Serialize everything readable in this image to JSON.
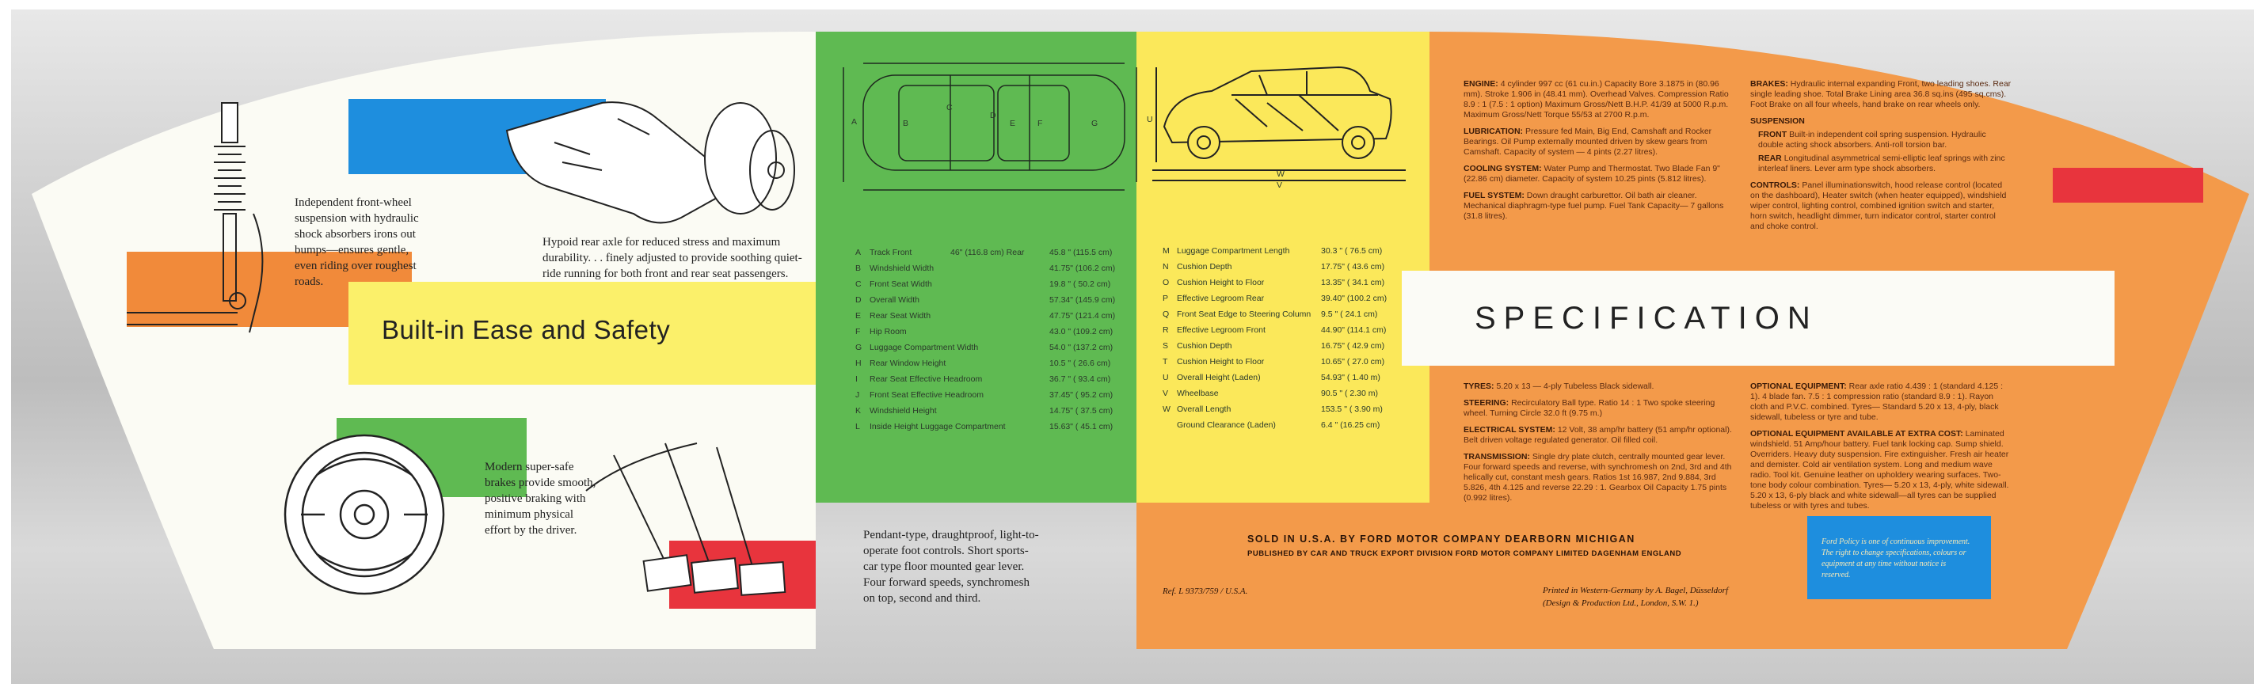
{
  "left_page": {
    "heading": "Built-in Ease and Safety",
    "captions": {
      "front_wheel": "Independent front-wheel suspension with hydraulic shock absorbers irons out bumps—ensures gentle, even riding over roughest roads.",
      "rear_axle": "Hypoid rear axle for reduced stress and maximum durability. . . finely adjusted to provide soothing quiet-ride running for both front and rear seat passengers.",
      "brakes": "Modern super-safe brakes provide smooth, positive braking with minimum physical effort by the driver.",
      "pedals": "Pendant-type, draughtproof, light-to-operate foot controls. Short sports-car type floor mounted gear lever. Four forward speeds, synchromesh on top, second and third."
    }
  },
  "dimensions_left": [
    {
      "key": "A",
      "label": "Track Front",
      "mid": "46\" (116.8 cm) Rear",
      "value": "45.8 \" (115.5 cm)"
    },
    {
      "key": "B",
      "label": "Windshield Width",
      "mid": "",
      "value": "41.75\" (106.2 cm)"
    },
    {
      "key": "C",
      "label": "Front Seat Width",
      "mid": "",
      "value": "19.8 \" ( 50.2 cm)"
    },
    {
      "key": "D",
      "label": "Overall Width",
      "mid": "",
      "value": "57.34\" (145.9 cm)"
    },
    {
      "key": "E",
      "label": "Rear Seat Width",
      "mid": "",
      "value": "47.75\" (121.4 cm)"
    },
    {
      "key": "F",
      "label": "Hip Room",
      "mid": "",
      "value": "43.0 \" (109.2 cm)"
    },
    {
      "key": "G",
      "label": "Luggage Compartment Width",
      "mid": "",
      "value": "54.0 \" (137.2 cm)"
    },
    {
      "key": "H",
      "label": "Rear Window Height",
      "mid": "",
      "value": "10.5 \" ( 26.6 cm)"
    },
    {
      "key": "I",
      "label": "Rear Seat Effective Headroom",
      "mid": "",
      "value": "36.7 \" ( 93.4 cm)"
    },
    {
      "key": "J",
      "label": "Front Seat Effective Headroom",
      "mid": "",
      "value": "37.45\" ( 95.2 cm)"
    },
    {
      "key": "K",
      "label": "Windshield Height",
      "mid": "",
      "value": "14.75\" ( 37.5 cm)"
    },
    {
      "key": "L",
      "label": "Inside Height Luggage Compartment",
      "mid": "",
      "value": "15.63\" ( 45.1 cm)"
    }
  ],
  "dimensions_right": [
    {
      "key": "M",
      "label": "Luggage Compartment Length",
      "value": "30.3 \" ( 76.5 cm)"
    },
    {
      "key": "N",
      "label": "Cushion Depth",
      "value": "17.75\" ( 43.6 cm)"
    },
    {
      "key": "O",
      "label": "Cushion Height to Floor",
      "value": "13.35\" ( 34.1 cm)"
    },
    {
      "key": "P",
      "label": "Effective Legroom Rear",
      "value": "39.40\" (100.2 cm)"
    },
    {
      "key": "Q",
      "label": "Front Seat Edge to Steering Column",
      "value": "9.5 \" ( 24.1 cm)"
    },
    {
      "key": "R",
      "label": "Effective Legroom Front",
      "value": "44.90\" (114.1 cm)"
    },
    {
      "key": "S",
      "label": "Cushion Depth",
      "value": "16.75\" ( 42.9 cm)"
    },
    {
      "key": "T",
      "label": "Cushion Height to Floor",
      "value": "10.65\" ( 27.0 cm)"
    },
    {
      "key": "U",
      "label": "Overall Height (Laden)",
      "value": "54.93\" ( 1.40 m)"
    },
    {
      "key": "V",
      "label": "Wheelbase",
      "value": "90.5 \" ( 2.30 m)"
    },
    {
      "key": "W",
      "label": "Overall Length",
      "value": "153.5 \" ( 3.90 m)"
    },
    {
      "key": "",
      "label": "Ground Clearance (Laden)",
      "value": "6.4 \" (16.25 cm)"
    }
  ],
  "diagram_letters_top": [
    "A",
    "B",
    "C",
    "D",
    "E",
    "F",
    "G"
  ],
  "diagram_letters_side": [
    "U",
    "W",
    "V"
  ],
  "spec_title": "SPECIFICATION",
  "spec_top_left": [
    {
      "label": "ENGINE:",
      "text": "4 cylinder 997 cc (61 cu.in.) Capacity Bore 3.1875 in (80.96 mm). Stroke 1.906 in (48.41 mm). Overhead Valves. Compression Ratio 8.9 : 1 (7.5 : 1 option) Maximum Gross/Nett B.H.P. 41/39 at 5000 R.p.m. Maximum Gross/Nett Torque 55/53 at 2700 R.p.m."
    },
    {
      "label": "LUBRICATION:",
      "text": "Pressure fed Main, Big End, Camshaft and Rocker Bearings. Oil Pump externally mounted driven by skew gears from Camshaft. Capacity of system — 4 pints (2.27 litres)."
    },
    {
      "label": "COOLING SYSTEM:",
      "text": "Water Pump and Thermostat. Two Blade Fan 9\" (22.86 cm) diameter. Capacity of system 10.25 pints (5.812 litres)."
    },
    {
      "label": "FUEL SYSTEM:",
      "text": "Down draught carburettor. Oil bath air cleaner. Mechanical diaphragm-type fuel pump. Fuel Tank Capacity— 7 gallons (31.8 litres)."
    }
  ],
  "spec_top_right": [
    {
      "label": "BRAKES:",
      "text": "Hydraulic internal expanding Front, two leading shoes. Rear single leading shoe. Total Brake Lining area 36.8 sq.ins (495 sq.cms). Foot Brake on all four wheels, hand brake on rear wheels only."
    },
    {
      "label": "SUSPENSION",
      "text": ""
    },
    {
      "label": "FRONT",
      "text": "Built-in independent coil spring suspension. Hydraulic double acting shock absorbers. Anti-roll torsion bar."
    },
    {
      "label": "REAR",
      "text": "Longitudinal asymmetrical semi-elliptic leaf springs with zinc interleaf liners. Lever arm type shock absorbers."
    },
    {
      "label": "CONTROLS:",
      "text": "Panel illuminationswitch, hood release control (located on the dashboard), Heater switch (when heater equipped), windshield wiper control, lighting control, combined ignition switch and starter, horn switch, headlight dimmer, turn indicator control, starter control and choke control."
    }
  ],
  "spec_bottom_left": [
    {
      "label": "TYRES:",
      "text": "5.20 x 13 — 4-ply Tubeless Black sidewall."
    },
    {
      "label": "STEERING:",
      "text": "Recirculatory Ball type. Ratio 14 : 1 Two spoke steering wheel. Turning Circle 32.0 ft (9.75 m.)"
    },
    {
      "label": "ELECTRICAL SYSTEM:",
      "text": "12 Volt, 38 amp/hr battery (51 amp/hr optional). Belt driven voltage regulated generator. Oil filled coil."
    },
    {
      "label": "TRANSMISSION:",
      "text": "Single dry plate clutch, centrally mounted gear lever. Four forward speeds and reverse, with synchromesh on 2nd, 3rd and 4th helically cut, constant mesh gears. Ratios 1st 16.987, 2nd 9.884, 3rd 5.826, 4th 4.125 and reverse 22.29 : 1. Gearbox Oil Capacity 1.75 pints (0.992 litres)."
    }
  ],
  "spec_bottom_right": [
    {
      "label": "OPTIONAL EQUIPMENT:",
      "text": "Rear axle ratio 4.439 : 1 (standard 4.125 : 1). 4 blade fan. 7.5 : 1 compression ratio (standard 8.9 : 1). Rayon cloth and P.V.C. combined. Tyres— Standard 5.20 x 13, 4-ply, black sidewall, tubeless or tyre and tube."
    },
    {
      "label": "OPTIONAL EQUIPMENT AVAILABLE AT EXTRA COST:",
      "text": "Laminated windshield. 51 Amp/hour battery. Fuel tank locking cap. Sump shield. Overriders. Heavy duty suspension. Fire extinguisher. Fresh air heater and demister. Cold air ventilation system. Long and medium wave radio. Tool kit. Genuine leather on upholdery wearing surfaces. Two-tone body colour combination. Tyres— 5.20 x 13, 4-ply, white sidewall. 5.20 x 13, 6-ply black and white sidewall—all tyres can be supplied tubeless or with tyres and tubes."
    }
  ],
  "footer": {
    "sold_in": "SOLD IN U.S.A. BY FORD MOTOR COMPANY DEARBORN MICHIGAN",
    "published": "PUBLISHED BY CAR AND TRUCK EXPORT DIVISION FORD MOTOR COMPANY LIMITED DAGENHAM ENGLAND",
    "ref": "Ref. L 9373/759 / U.S.A.",
    "printed": "Printed in Western-Germany by A. Bagel, Düsseldorf",
    "design": "(Design & Production Ltd., London, S.W. 1.)",
    "policy": "Ford Policy is one of continuous improvement. The right to change specifications, colours or equipment at any time without notice is reserved."
  },
  "colors": {
    "blue": "#1e8ede",
    "orange": "#f18a3a",
    "yellow": "#fbf06a",
    "red": "#e8343d",
    "green": "#5fba52",
    "frame": "#cccccc"
  }
}
